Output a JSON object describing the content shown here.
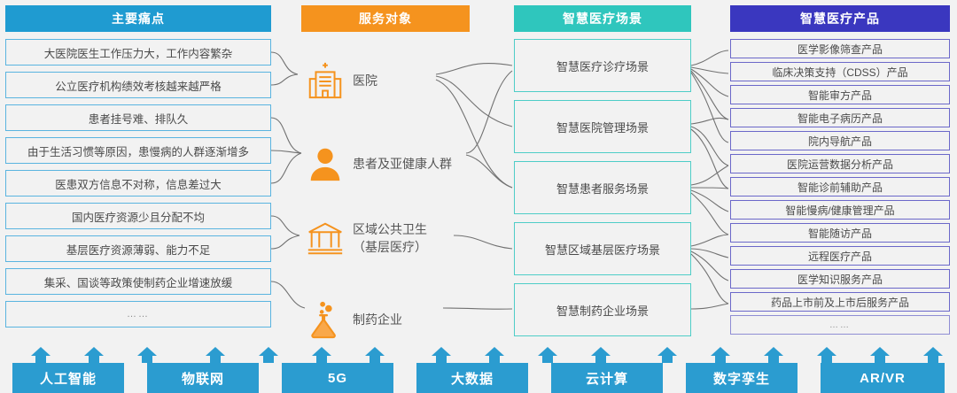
{
  "columns": {
    "pain": {
      "header": "主要痛点",
      "color": "#1f9bd1",
      "items": [
        "大医院医生工作压力大，工作内容繁杂",
        "公立医疗机构绩效考核越来越严格",
        "患者挂号难、排队久",
        "由于生活习惯等原因，患慢病的人群逐渐增多",
        "医患双方信息不对称，信息差过大",
        "国内医疗资源少且分配不均",
        "基层医疗资源薄弱、能力不足",
        "集采、国谈等政策使制药企业增速放缓",
        "……"
      ]
    },
    "audience": {
      "header": "服务对象",
      "color": "#f5931e",
      "items": [
        {
          "label": "医院",
          "icon": "hospital-icon"
        },
        {
          "label": "患者及亚健康人群",
          "icon": "person-icon"
        },
        {
          "label": "区域公共卫生\n（基层医疗）",
          "line1": "区域公共卫生",
          "line2": "（基层医疗）",
          "icon": "government-icon"
        },
        {
          "label": "制药企业",
          "icon": "flask-icon"
        }
      ]
    },
    "scenes": {
      "header": "智慧医疗场景",
      "color": "#2fc6bd",
      "items": [
        "智慧医疗诊疗场景",
        "智慧医院管理场景",
        "智慧患者服务场景",
        "智慧区域基层医疗场景",
        "智慧制药企业场景"
      ]
    },
    "products": {
      "header": "智慧医疗产品",
      "color": "#3a37bf",
      "items": [
        "医学影像筛查产品",
        "临床决策支持（CDSS）产品",
        "智能审方产品",
        "智能电子病历产品",
        "院内导航产品",
        "医院运营数据分析产品",
        "智能诊前辅助产品",
        "智能慢病/健康管理产品",
        "智能随访产品",
        "远程医疗产品",
        "医学知识服务产品",
        "药品上市前及上市后服务产品",
        "……"
      ]
    }
  },
  "technologies": {
    "color": "#2b9cd0",
    "items": [
      "人工智能",
      "物联网",
      "5G",
      "大数据",
      "云计算",
      "数字孪生",
      "AR/VR"
    ]
  }
}
